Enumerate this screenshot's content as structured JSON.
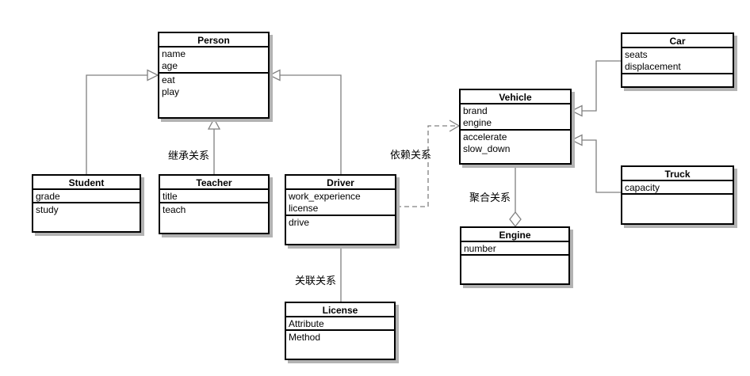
{
  "classes": {
    "person": {
      "title": "Person",
      "attributes": [
        "name",
        "age"
      ],
      "methods": [
        "eat",
        "play"
      ]
    },
    "student": {
      "title": "Student",
      "attributes": [
        "grade"
      ],
      "methods": [
        "study"
      ]
    },
    "teacher": {
      "title": "Teacher",
      "attributes": [
        "title"
      ],
      "methods": [
        "teach"
      ]
    },
    "driver": {
      "title": "Driver",
      "attributes": [
        "work_experience",
        "license"
      ],
      "methods": [
        "drive"
      ]
    },
    "vehicle": {
      "title": "Vehicle",
      "attributes": [
        "brand",
        "engine"
      ],
      "methods": [
        "accelerate",
        "slow_down"
      ]
    },
    "car": {
      "title": "Car",
      "attributes": [
        "seats",
        "displacement"
      ],
      "methods": []
    },
    "truck": {
      "title": "Truck",
      "attributes": [
        "capacity"
      ],
      "methods": []
    },
    "engine": {
      "title": "Engine",
      "attributes": [
        "number"
      ],
      "methods": []
    },
    "license": {
      "title": "License",
      "attributes": [
        "Attribute"
      ],
      "methods": [
        "Method"
      ]
    }
  },
  "relationship_labels": {
    "inheritance": "继承关系",
    "dependency": "依赖关系",
    "aggregation": "聚合关系",
    "association": "关联关系"
  },
  "colors": {
    "connector": "#808080",
    "box_border": "#000000",
    "box_shadow": "#b3b3b3",
    "background": "#ffffff"
  }
}
